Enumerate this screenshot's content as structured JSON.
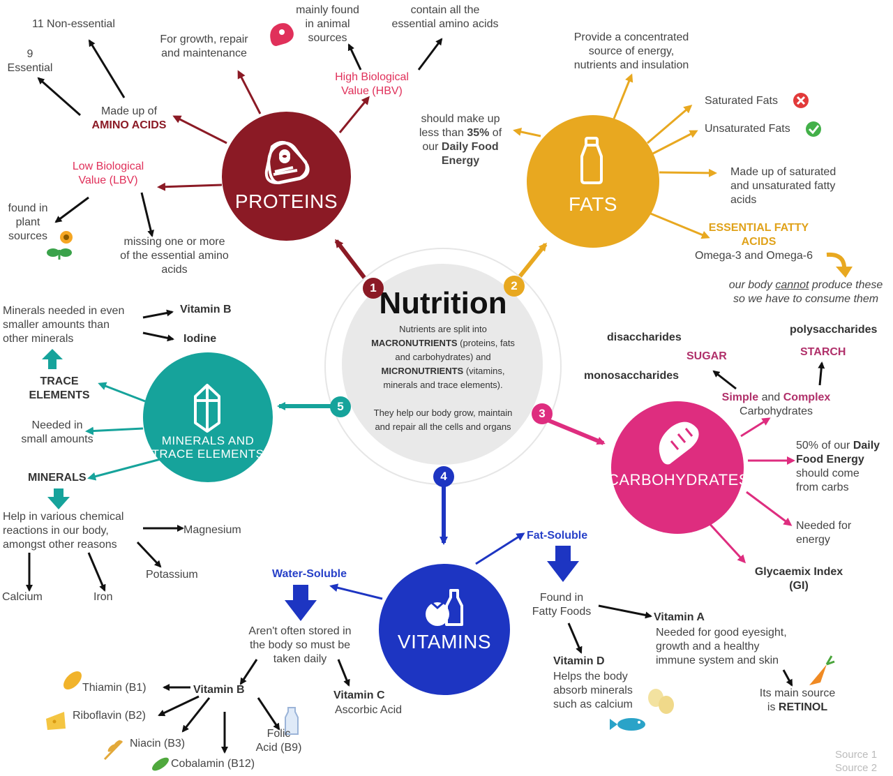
{
  "colors": {
    "proteins": "#8b1a25",
    "fats": "#e8a820",
    "carbs": "#de2d7f",
    "vitamins": "#1d35c2",
    "minerals": "#16a39b"
  },
  "hub": {
    "title": "Nutrition",
    "line1": "Nutrients are split into",
    "macro": "MACRONUTRIENTS",
    "macro_rest": " (proteins, fats",
    "line3": "and carbohydrates) and",
    "micro": "MICRONUTRIENTS",
    "micro_rest": " (vitamins,",
    "line5": "minerals and trace elements).",
    "line6": "They help our body grow, maintain",
    "line7": "and repair all the cells and organs",
    "nums": [
      "1",
      "2",
      "3",
      "4",
      "5"
    ]
  },
  "proteins": {
    "title": "PROTEINS",
    "non_essential": "11 Non-essential",
    "essential": "9\nEssential",
    "made_up_of": "Made up of",
    "amino_acids": "AMINO ACIDS",
    "growth": "For growth, repair\nand maintenance",
    "animal": "mainly found\nin animal\nsources",
    "hbv": "High Biological\nValue (HBV)",
    "contain_all": "contain all the\nessential amino acids",
    "lbv": "Low Biological\nValue (LBV)",
    "plant": "found in\nplant\nsources",
    "missing": "missing one or more\nof the essential amino\nacids"
  },
  "fats": {
    "title": "FATS",
    "concentrated": "Provide a concentrated\nsource of energy,\nnutrients and insulation",
    "should_1": "should make up",
    "should_2a": "less than ",
    "should_2b": "35%",
    "should_2c": " of",
    "should_3a": "our ",
    "should_3b": "Daily Food",
    "should_4": "Energy",
    "saturated": "Saturated Fats",
    "unsaturated": "Unsaturated Fats",
    "made_up": "Made up of saturated\nand unsaturated fatty\nacids",
    "efa": "ESSENTIAL FATTY\nACIDS",
    "omega": "Omega-3 and Omega-6",
    "body_a": "our body ",
    "body_b": "cannot",
    "body_c": " produce these",
    "body_2": "so we have to consume them"
  },
  "carbs": {
    "title": "CARBOHYDRATES",
    "disaccharides": "disaccharides",
    "polysaccharides": "polysaccharides",
    "sugar": "SUGAR",
    "starch": "STARCH",
    "monosaccharides": "monosaccharides",
    "simple": "Simple",
    "and": " and ",
    "complex": "Complex",
    "carbohydrates": "Carbohydrates",
    "pct_a": "50% of our ",
    "pct_b": "Daily",
    "pct_2": "Food Energy",
    "pct_3": "should come\nfrom carbs",
    "energy": "Needed for\nenergy",
    "gi": "Glycaemix Index\n(GI)"
  },
  "vitamins": {
    "title": "VITAMINS",
    "fat_soluble": "Fat-Soluble",
    "found_fatty": "Found in\nFatty Foods",
    "vit_a": "Vitamin A",
    "vit_a_desc": "Needed for good eyesight,\ngrowth and a healthy\nimmune system and skin",
    "retinol_a": "Its main source",
    "retinol_b": "is ",
    "retinol_c": "RETINOL",
    "vit_d": "Vitamin D",
    "vit_d_desc": "Helps the body\nabsorb minerals\nsuch as calcium",
    "water_soluble": "Water-Soluble",
    "not_stored": "Aren't often stored in\nthe body so must be\ntaken daily",
    "vit_b": "Vitamin B",
    "vit_c": "Vitamin C",
    "ascorbic": "Ascorbic Acid",
    "thiamin": "Thiamin (B1)",
    "riboflavin": "Riboflavin (B2)",
    "niacin": "Niacin (B3)",
    "cobalamin": "Cobalamin (B12)",
    "folic": "Folic\nAcid (B9)"
  },
  "minerals": {
    "title": "MINERALS AND\nTRACE ELEMENTS",
    "smaller": "Minerals needed in even\nsmaller amounts than\nother minerals",
    "vit_b": "Vitamin B",
    "iodine": "Iodine",
    "trace": "TRACE\nELEMENTS",
    "small_amounts": "Needed in\nsmall amounts",
    "minerals": "MINERALS",
    "help": "Help in various chemical\nreactions in our body,\namongst other reasons",
    "magnesium": "Magnesium",
    "potassium": "Potassium",
    "calcium": "Calcium",
    "iron": "Iron"
  },
  "sources": {
    "s1": "Source 1",
    "s2": "Source 2"
  },
  "icons": [
    "steak-icon",
    "sunflower-icon",
    "sprout-icon",
    "milk-bottle-icon",
    "x-mark-icon",
    "check-mark-icon",
    "bread-icon",
    "tomato-bottle-icon",
    "crystal-icon",
    "cheese-icon",
    "wheat-icon",
    "peas-icon",
    "carrot-icon",
    "eggs-icon",
    "fish-icon",
    "down-arrow-icon"
  ]
}
